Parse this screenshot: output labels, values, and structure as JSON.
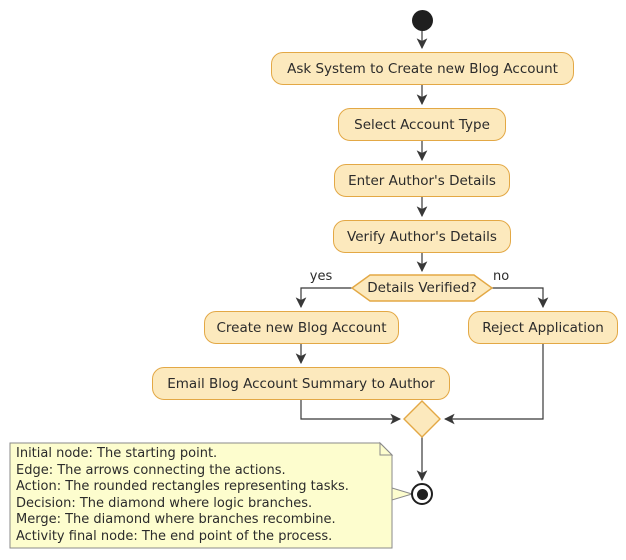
{
  "colors": {
    "action_fill": "#FCE9BD",
    "action_border": "#E3A845",
    "note_fill": "#FDFDCE",
    "note_border": "#8A8A8A",
    "edge": "#383838",
    "text": "#2B2B2B",
    "node": "#1F1F1F"
  },
  "diagram": {
    "type": "activity-diagram",
    "actions": [
      {
        "label": "Ask System to Create new Blog Account"
      },
      {
        "label": "Select Account Type"
      },
      {
        "label": "Enter Author's Details"
      },
      {
        "label": "Verify Author's Details"
      },
      {
        "label": "Create new Blog Account"
      },
      {
        "label": "Reject Application"
      },
      {
        "label": "Email Blog Account Summary to Author"
      }
    ],
    "decision": {
      "label": "Details Verified?",
      "yes_label": "yes",
      "no_label": "no"
    },
    "note": {
      "lines": [
        "Initial node: The starting point.",
        "Edge: The arrows connecting the actions.",
        "Action: The rounded rectangles representing tasks.",
        "Decision: The diamond where logic branches.",
        "Merge: The diamond where branches recombine.",
        "Activity final node: The end point of the process."
      ]
    }
  }
}
